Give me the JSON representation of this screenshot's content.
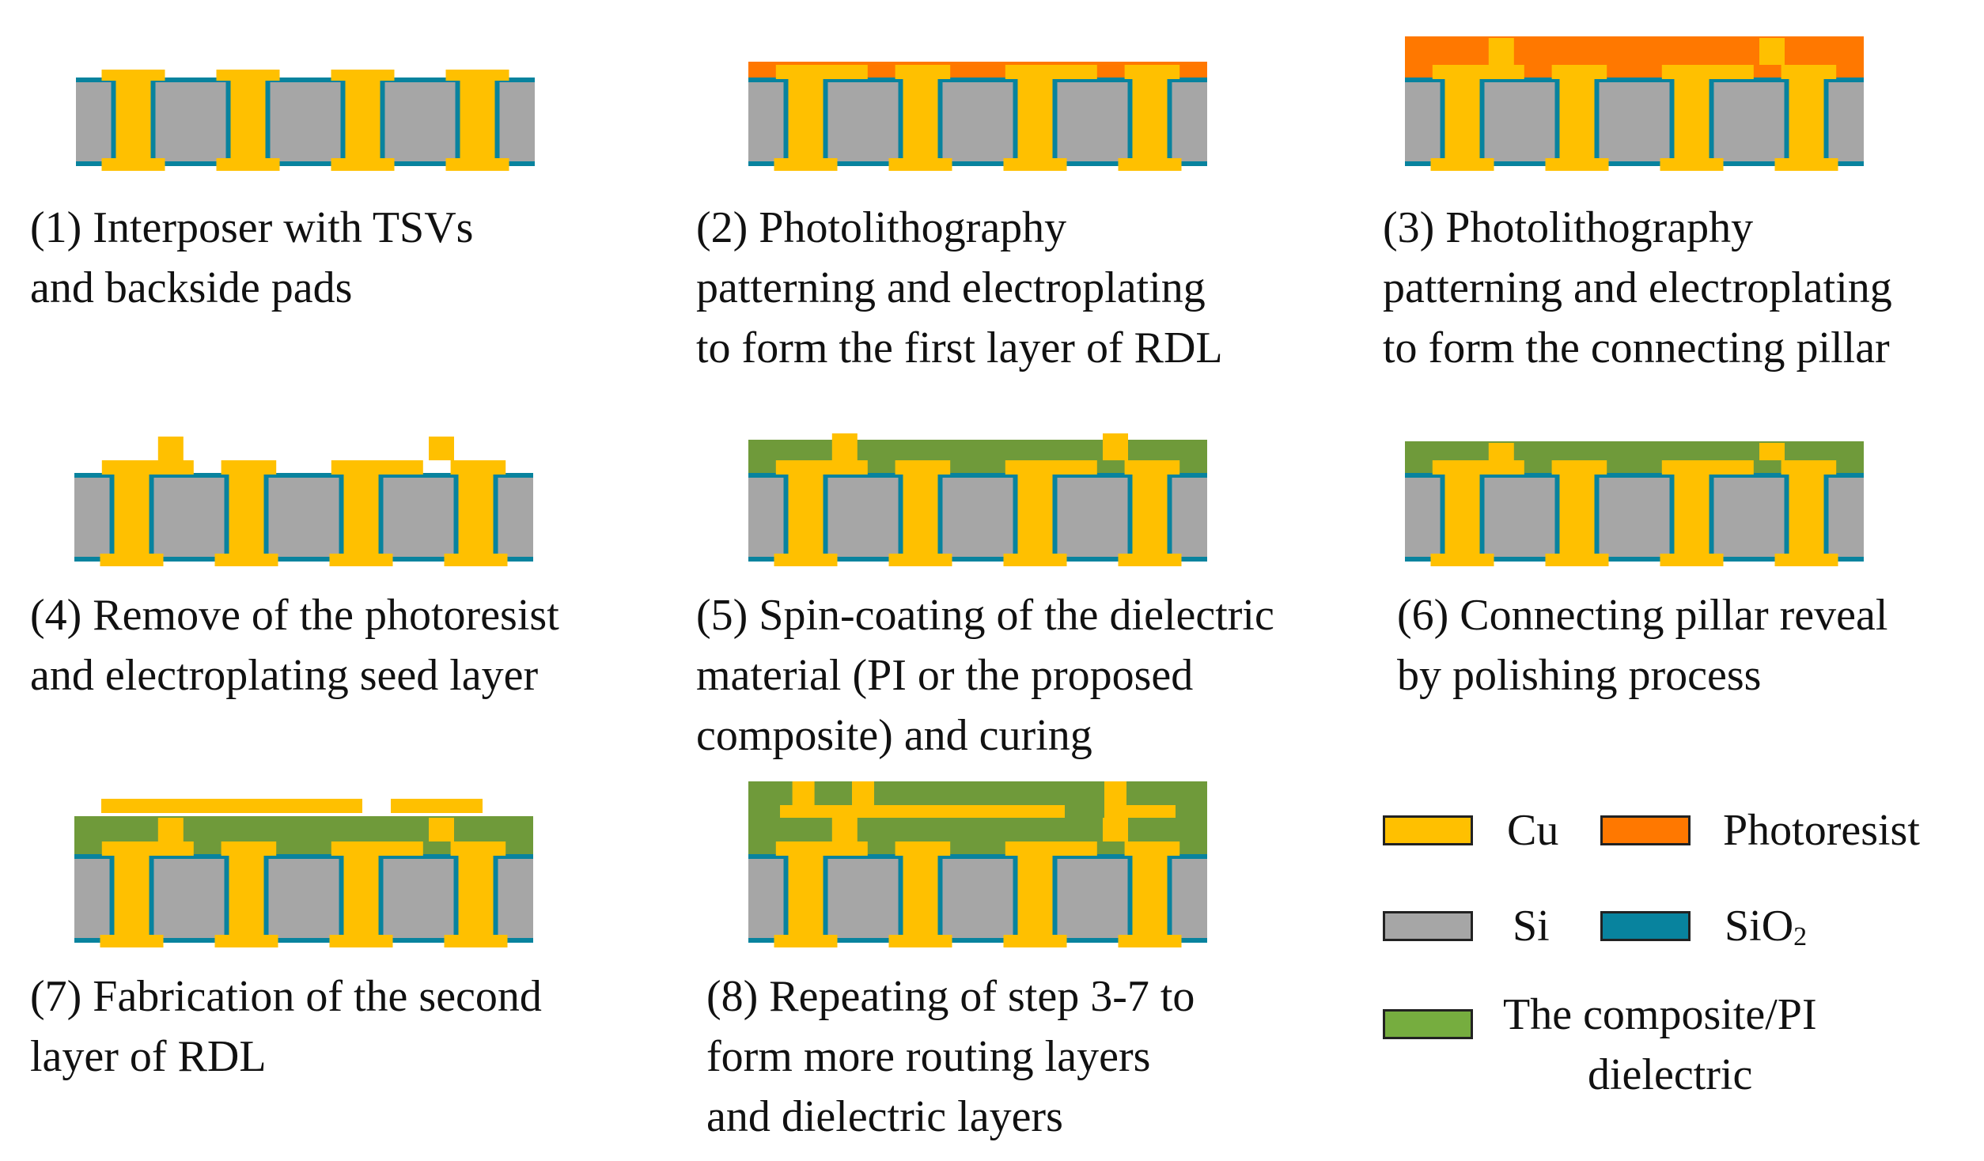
{
  "colors": {
    "cu": "#FFC000",
    "photoresist": "#FF7800",
    "si": "#A6A6A6",
    "sio2": "#08839E",
    "dielectric": "#6F9A3A",
    "dielectric_legend": "#76AD3F"
  },
  "steps": [
    {
      "lines": [
        "(1) Interposer with TSVs",
        "and backside pads"
      ]
    },
    {
      "lines": [
        "(2) Photolithography",
        "patterning and electroplating",
        "to form the first layer of RDL"
      ]
    },
    {
      "lines": [
        "(3) Photolithography",
        "patterning and electroplating",
        "to form the connecting pillar"
      ]
    },
    {
      "lines": [
        "(4) Remove of the photoresist",
        "and electroplating seed layer"
      ]
    },
    {
      "lines": [
        "(5) Spin-coating of the dielectric",
        "material (PI or the proposed",
        "composite) and curing"
      ]
    },
    {
      "lines": [
        "(6) Connecting pillar reveal",
        "by polishing process"
      ]
    },
    {
      "lines": [
        "(7) Fabrication of the second",
        "layer of RDL"
      ]
    },
    {
      "lines": [
        "(8) Repeating of  step 3-7 to",
        "form more routing layers",
        "and dielectric layers"
      ]
    }
  ],
  "legend": {
    "cu": "Cu",
    "photoresist": "Photoresist",
    "si": "Si",
    "sio2_main": "SiO",
    "sio2_sub": "2",
    "dielectric_line1": "The composite/PI",
    "dielectric_line2": "dielectric"
  }
}
